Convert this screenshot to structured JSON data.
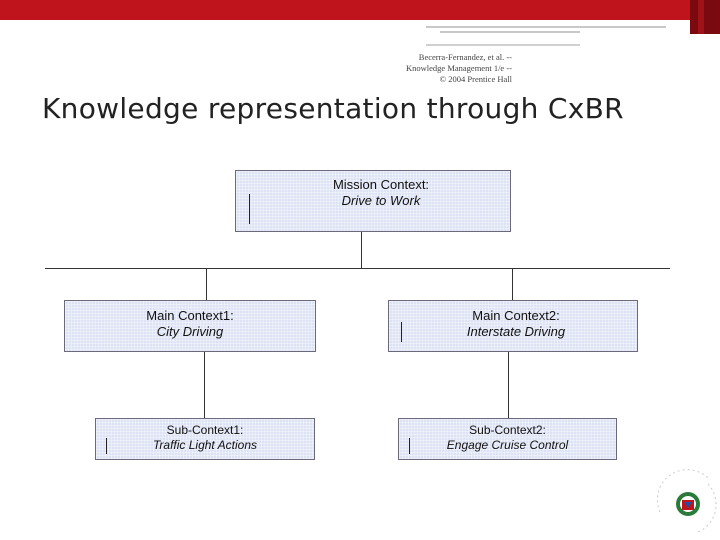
{
  "citation": "Becerra-Fernandez, et al. -- Knowledge Management 1/e -- © 2004 Prentice Hall",
  "title": "Knowledge representation through CxBR",
  "diagram": {
    "mission": {
      "label": "Mission Context:",
      "value": "Drive to Work"
    },
    "main1": {
      "label": "Main Context1:",
      "value": "City Driving"
    },
    "main2": {
      "label": "Main Context2:",
      "value": "Interstate Driving"
    },
    "sub1": {
      "label": "Sub-Context1:",
      "value": "Traffic Light Actions"
    },
    "sub2": {
      "label": "Sub-Context2:",
      "value": "Engage Cruise Control"
    }
  },
  "colors": {
    "accent": "#c0141c",
    "box_fill": "#dde3f5"
  }
}
